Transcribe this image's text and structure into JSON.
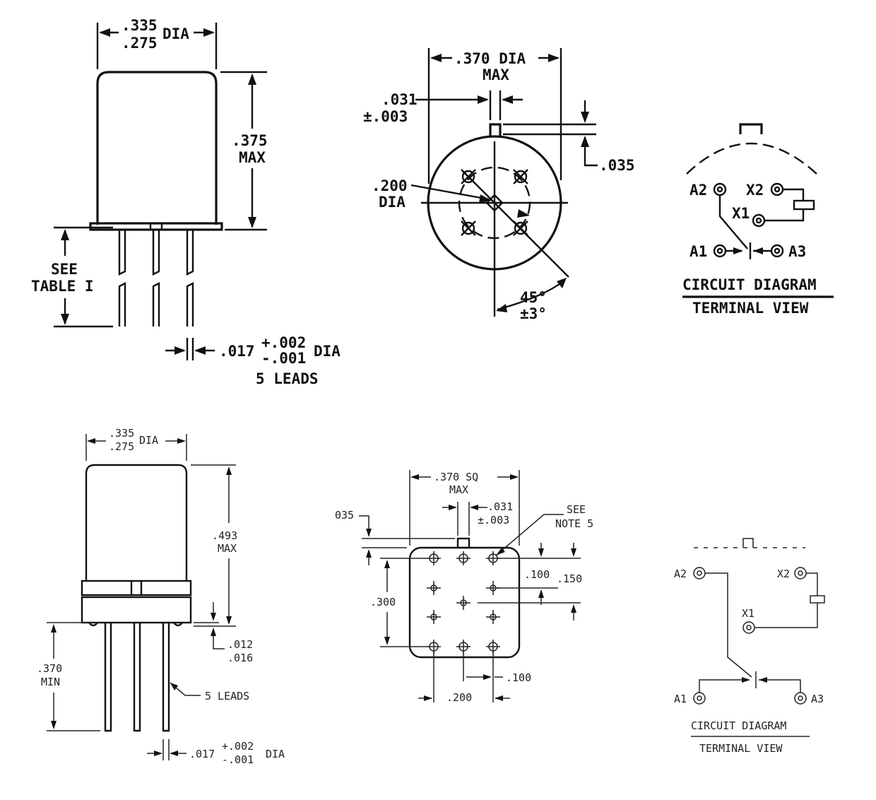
{
  "top": {
    "side": {
      "dia_upper": ".335",
      "dia_lower": ".275",
      "dia_suffix": "DIA",
      "height_value": ".375",
      "height_qualifier": "MAX",
      "lead_line1": "SEE",
      "lead_line2": "TABLE I",
      "lead_dia_base": ".017",
      "lead_tol_plus": "+.002",
      "lead_tol_minus": "-.001",
      "lead_dia_suffix": "DIA",
      "leads": "5 LEADS"
    },
    "bottom": {
      "dia_value": ".370 DIA",
      "dia_qualifier": "MAX",
      "tab_width": ".031",
      "tab_tol": "±.003",
      "tab_height": ".035",
      "circle_value": ".200",
      "circle_suffix": "DIA",
      "angle_value": "45°",
      "angle_tol": "±3°"
    },
    "circuit": {
      "label_a1": "A1",
      "label_a2": "A2",
      "label_a3": "A3",
      "label_x1": "X1",
      "label_x2": "X2",
      "title": "CIRCUIT DIAGRAM",
      "subtitle": "TERMINAL VIEW"
    }
  },
  "bottom": {
    "side": {
      "dia_upper": ".335",
      "dia_lower": ".275",
      "dia_suffix": "DIA",
      "height_value": ".493",
      "height_qualifier": "MAX",
      "flange_upper": ".012",
      "flange_lower": ".016",
      "lead_len_value": ".370",
      "lead_len_qualifier": "MIN",
      "leads": "5 LEADS",
      "lead_dia_base": ".017",
      "lead_tol_plus": "+.002",
      "lead_tol_minus": "-.001",
      "lead_dia_suffix": "DIA"
    },
    "bottom": {
      "sq_value": ".370 SQ",
      "sq_qualifier": "MAX",
      "tab_height": "035",
      "tab_width": ".031",
      "tab_tol": "±.003",
      "note_line1": "SEE",
      "note_line2": "NOTE 5",
      "pitch_100_right": ".100",
      "pitch_150": ".150",
      "span_300": ".300",
      "pitch_100_bottom": ".100",
      "span_200": ".200"
    },
    "circuit": {
      "label_a1": "A1",
      "label_a2": "A2",
      "label_a3": "A3",
      "label_x1": "X1",
      "label_x2": "X2",
      "title": "CIRCUIT DIAGRAM",
      "subtitle": "TERMINAL VIEW"
    }
  }
}
